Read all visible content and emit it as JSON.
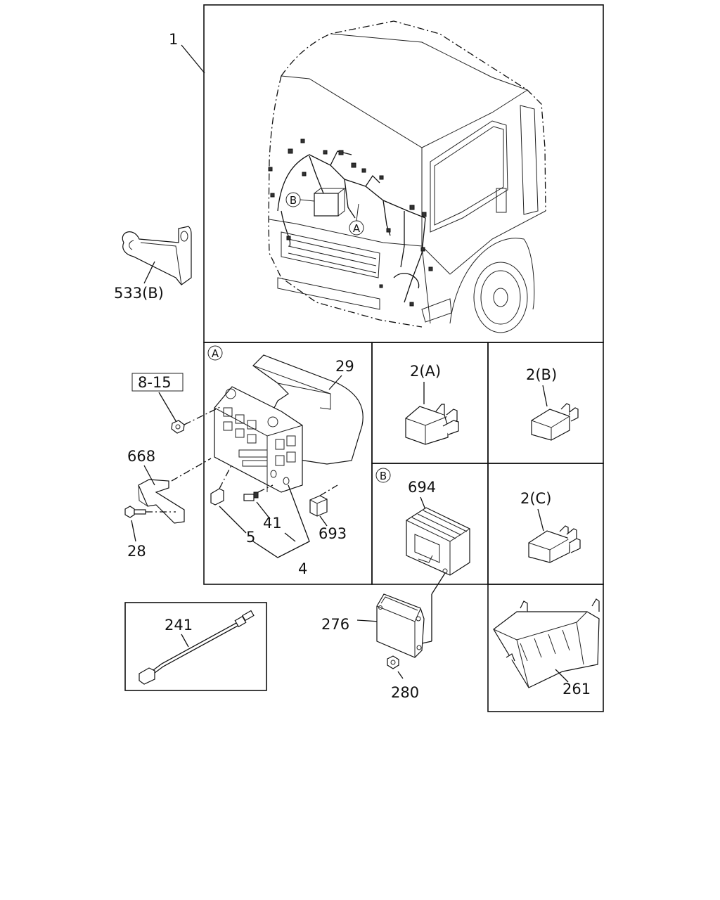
{
  "callouts": {
    "harness_main": "1",
    "bracket_533b": "533(B)",
    "ref_8_15": "8-15",
    "bracket_668": "668",
    "bolt_28": "28",
    "cover_29": "29",
    "fuse_box_4": "4",
    "relay_5": "5",
    "fuse_41": "41",
    "relay_693": "693",
    "relay_2a": "2(A)",
    "relay_2b": "2(B)",
    "relay_2c": "2(C)",
    "bracket_694": "694",
    "module_276": "276",
    "nut_280": "280",
    "cable_241": "241",
    "tray_261": "261"
  },
  "detail_markers": {
    "a": "A",
    "b": "B"
  }
}
